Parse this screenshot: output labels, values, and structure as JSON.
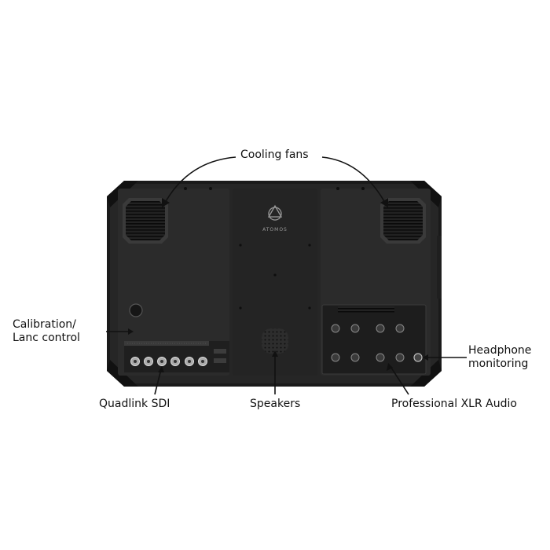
{
  "product": {
    "brand": "ATOMOS",
    "body_color": "#1c1c1c",
    "panel_color": "#2a2a2a",
    "grill_color": "#111111"
  },
  "callouts": {
    "cooling_fans": "Cooling fans",
    "calibration_line1": "Calibration/",
    "calibration_line2": "Lanc control",
    "headphone_line1": "Headphone",
    "headphone_line2": "monitoring",
    "quadlink_sdi": "Quadlink SDI",
    "speakers": "Speakers",
    "xlr_audio": "Professional XLR Audio"
  }
}
